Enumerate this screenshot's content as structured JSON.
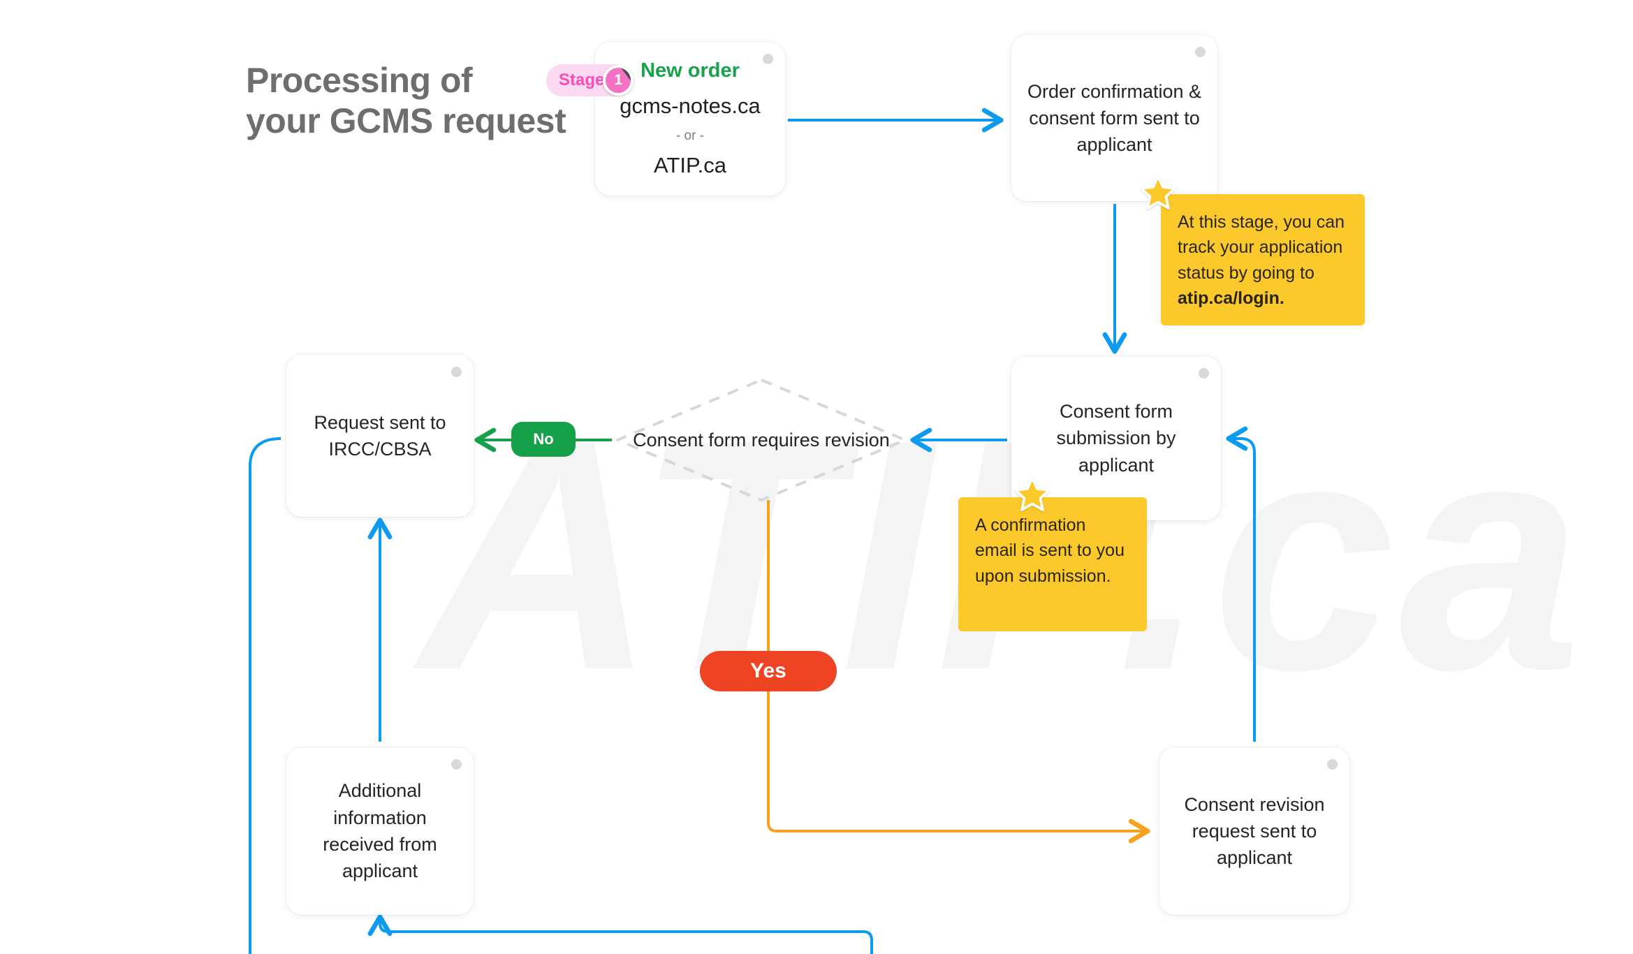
{
  "title": {
    "line1": "Processing of",
    "line2": "your GCMS request"
  },
  "watermark": "ATIP.ca",
  "colors": {
    "flow_blue": "#0d9bf0",
    "flow_orange": "#f5a21f",
    "yes_red": "#ef4423",
    "no_green": "#17a04a",
    "note_yellow": "#fbc92b",
    "badge_pink": "#fbdaf1",
    "badge_pink_text": "#fb4bb7",
    "new_order_green": "#16a34a",
    "diamond_dashed_grey": "#d5d7d9",
    "title_grey": "#6e6e6e"
  },
  "stage_badge": {
    "label": "Stage",
    "number": "1"
  },
  "nodes": {
    "start": {
      "heading": "New order",
      "site_primary": "gcms-notes.ca",
      "separator": "- or -",
      "site_secondary": "ATIP.ca"
    },
    "order_confirmation": "Order confirmation & consent form sent to applicant",
    "consent_submission": "Consent form submission by applicant",
    "request_sent": "Request sent to IRCC/CBSA",
    "additional_information": "Additional information received from applicant",
    "consent_revision": "Consent revision request sent to applicant"
  },
  "decision": {
    "label": "Consent form requires revision",
    "branch_no": "No",
    "branch_yes": "Yes"
  },
  "notes": [
    {
      "id": "note-track",
      "text_plain": "At this stage, you can track your application status by going to ",
      "text_bold": "atip.ca/login."
    },
    {
      "id": "note-email",
      "text_plain": "A confirmation email is sent to you upon submission.",
      "text_bold": ""
    }
  ]
}
